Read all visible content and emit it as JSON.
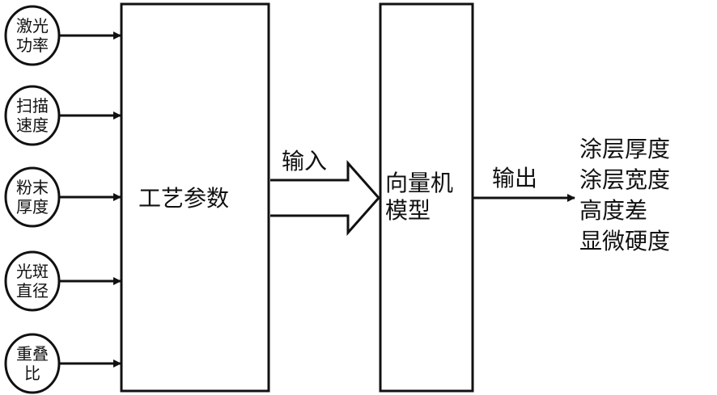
{
  "inputs": [
    {
      "line1": "激光",
      "line2": "功率"
    },
    {
      "line1": "扫描",
      "line2": "速度"
    },
    {
      "line1": "粉末",
      "line2": "厚度"
    },
    {
      "line1": "光斑",
      "line2": "直径"
    },
    {
      "line1": "重叠",
      "line2": "比"
    }
  ],
  "process_box": {
    "label": "工艺参数"
  },
  "model_box": {
    "line1": "向量机",
    "line2": "模型"
  },
  "input_arrow": {
    "label": "输入"
  },
  "output_arrow": {
    "label": "输出"
  },
  "outputs": [
    "涂层厚度",
    "涂层宽度",
    "高度差",
    "显微硬度"
  ]
}
